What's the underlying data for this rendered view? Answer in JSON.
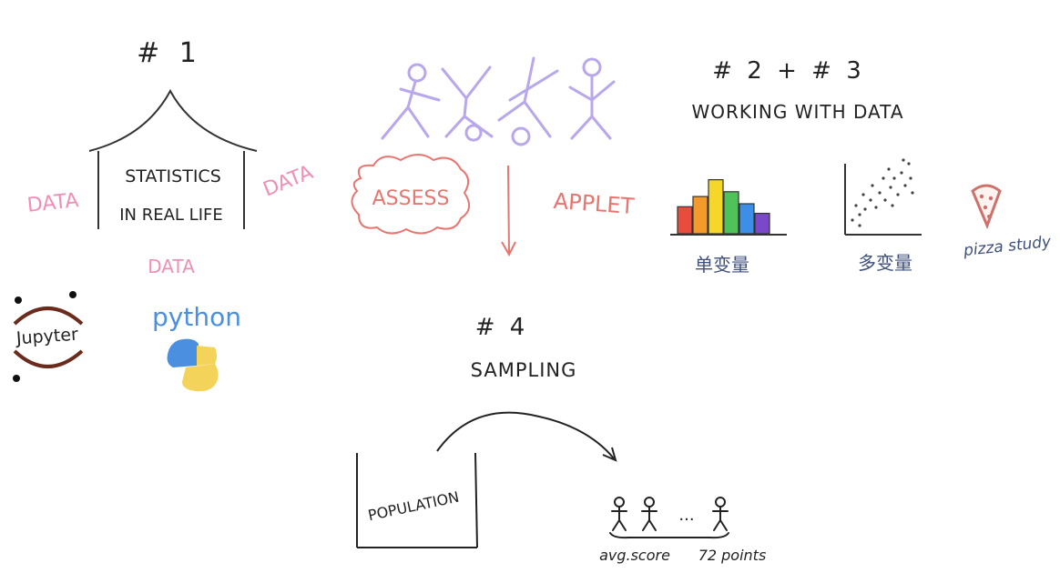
{
  "colors": {
    "ink": "#222222",
    "pink": "#ee8fb6",
    "red": "#e8756f",
    "lavender": "#b9a7ec",
    "navy": "#3e4f7c",
    "python_blue": "#4a8fe0",
    "python_yellow": "#f3d35a",
    "jupyter_orange": "#6b2b1c",
    "pizza_crust": "#d0706b"
  },
  "section1": {
    "heading": "# 1",
    "tent_line1": "STATISTICS",
    "tent_line2": "IN REAL LIFE",
    "data_left": "DATA",
    "data_right": "DATA",
    "data_bottom": "DATA"
  },
  "middle": {
    "assess": "ASSESS",
    "applet": "APPLET"
  },
  "section23": {
    "heading": "# 2  + # 3",
    "subtitle": "WORKING  WITH  DATA",
    "hist_caption": "单变量",
    "scatter_caption": "多变量",
    "pizza_caption": "pizza study",
    "hist_bars": [
      {
        "value": 0.45,
        "color": "#e94b3c"
      },
      {
        "value": 0.62,
        "color": "#f39a2b"
      },
      {
        "value": 0.9,
        "color": "#f5d72a"
      },
      {
        "value": 0.7,
        "color": "#4fc25a"
      },
      {
        "value": 0.5,
        "color": "#3c8ee6"
      },
      {
        "value": 0.34,
        "color": "#7a49c9"
      }
    ]
  },
  "tools": {
    "jupyter": "Jupyter",
    "python": "python"
  },
  "section4": {
    "heading": "# 4",
    "subtitle": "SAMPLING",
    "population": "POPULATION",
    "dots": "...",
    "avg": "avg.score",
    "points": "72 points"
  }
}
